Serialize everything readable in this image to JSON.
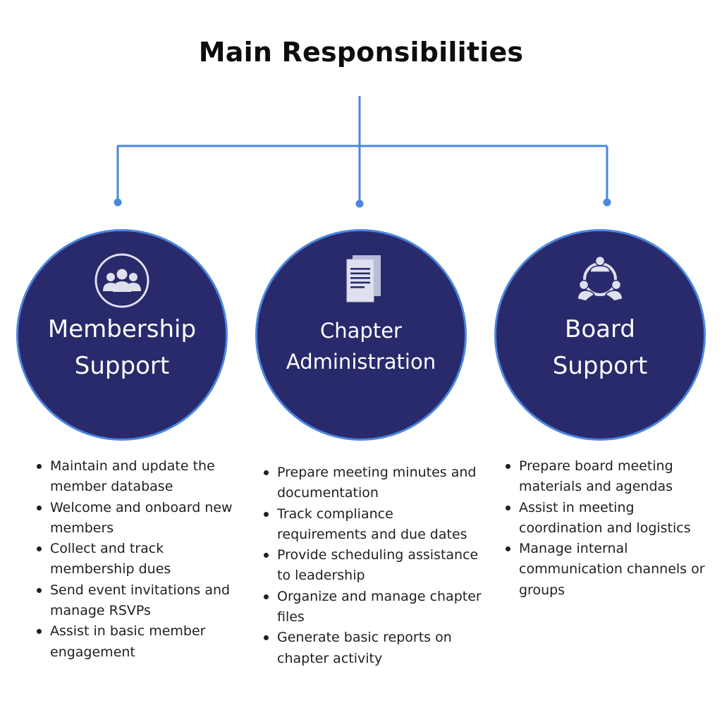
{
  "title": "Main Responsibilities",
  "colors": {
    "connector": "#4a87e0",
    "circle_fill": "#292a6b",
    "circle_ring": "#4a87e0",
    "circle_text": "#ffffff",
    "icon_fill": "#dfe1ef"
  },
  "columns": [
    {
      "icon": "people-group-icon",
      "label_lines": [
        "Membership",
        "Support"
      ],
      "bullets": [
        "Maintain and update the member database",
        "Welcome and onboard new members",
        "Collect and track membership dues",
        "Send event invitations and manage RSVPs",
        "Assist in basic member engagement"
      ]
    },
    {
      "icon": "document-icon",
      "label_lines": [
        "Chapter",
        "Administration"
      ],
      "bullets": [
        "Prepare meeting minutes and documentation",
        "Track compliance requirements and due dates",
        "Provide scheduling assistance to leadership",
        "Organize and manage chapter files",
        "Generate basic reports on chapter activity"
      ]
    },
    {
      "icon": "board-meeting-icon",
      "label_lines": [
        "Board",
        "Support"
      ],
      "bullets": [
        "Prepare board meeting materials and agendas",
        "Assist in meeting coordination and logistics",
        "Manage internal communication channels or groups"
      ]
    }
  ]
}
